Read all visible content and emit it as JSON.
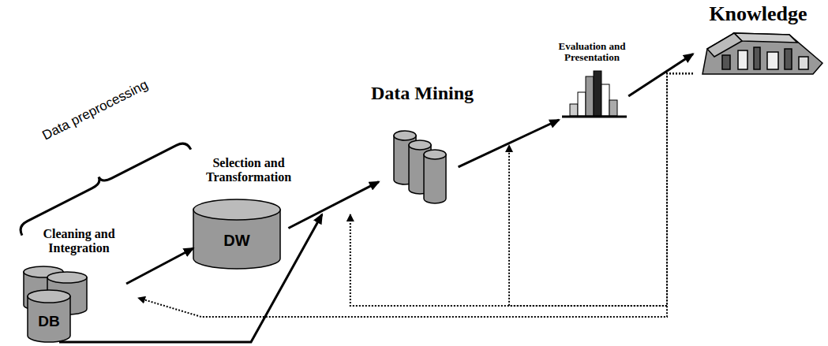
{
  "diagram": {
    "nodes": [
      {
        "text": [
          "Cleaning and Integration",
          "DB"
        ]
      },
      {
        "text": [
          "Selection and Transformation",
          "DW"
        ]
      },
      {
        "text": [
          "Data Mining"
        ]
      },
      {
        "text": [
          "Evaluation and Presentation"
        ]
      },
      {
        "text": [
          "Knowledge"
        ]
      }
    ],
    "edges": [
      {
        "from": 0,
        "to": 1,
        "arrow": "to"
      },
      {
        "from": 1,
        "to": 2,
        "arrow": "to"
      },
      {
        "from": 2,
        "to": 3,
        "arrow": "to"
      },
      {
        "from": 3,
        "to": 4,
        "arrow": "to"
      },
      {
        "from": 4,
        "to": 0,
        "arrow": "to"
      },
      {
        "from": 4,
        "to": 2,
        "arrow": "to"
      },
      {
        "from": 4,
        "to": 3,
        "arrow": "to"
      }
    ],
    "labels": [
      "Data preprocessing"
    ]
  }
}
